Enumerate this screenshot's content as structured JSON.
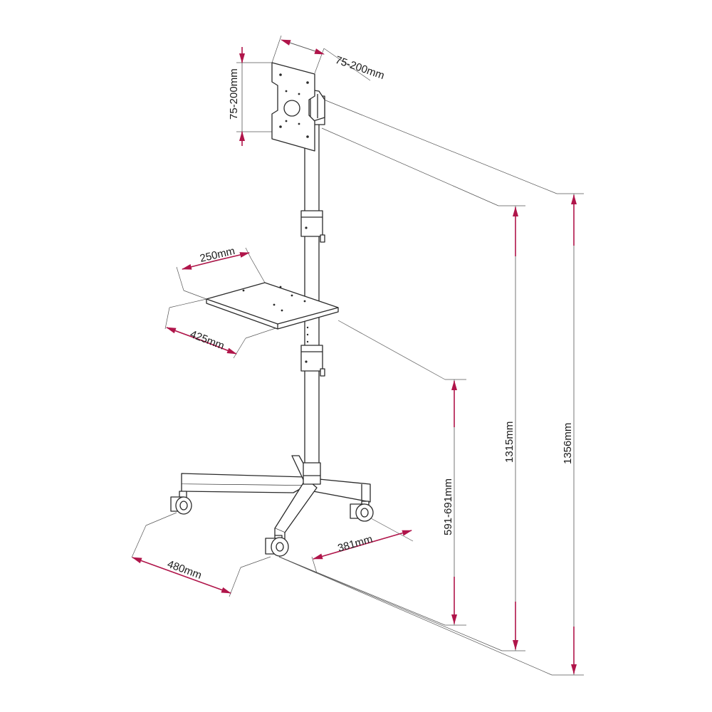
{
  "dimensions": {
    "vesa_width": "75-200mm",
    "vesa_height": "75-200mm",
    "shelf_depth": "250mm",
    "shelf_width": "425mm",
    "base_width": "480mm",
    "base_depth": "381mm",
    "shelf_height": "591-691mm",
    "mount_height": "1315mm",
    "total_height": "1356mm"
  },
  "colors": {
    "arrow": "#b0154a",
    "line": "#2a2a2a",
    "dimension_line": "#555555"
  }
}
